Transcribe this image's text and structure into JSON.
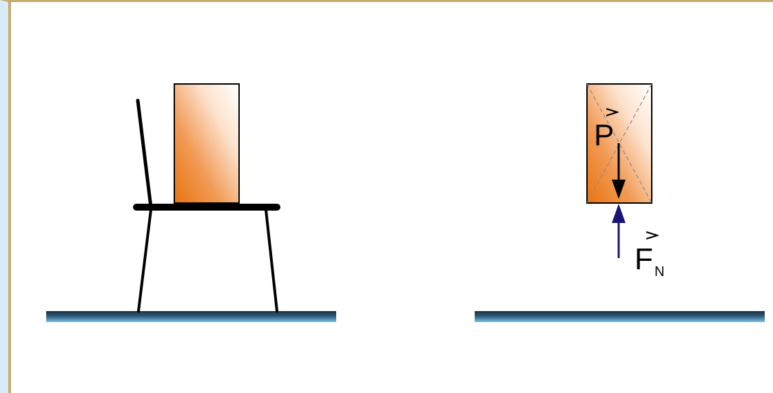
{
  "weight_vector": {
    "symbol": "P"
  },
  "normal_vector": {
    "symbol": "F",
    "subscript": "N"
  },
  "colors": {
    "frame_border": "#c9ab6d",
    "frame_side": "#d7ebf8",
    "block_orange": "#e9740f",
    "ground_dark": "#1d2f3a",
    "ground_light": "#5fa8d8",
    "normal_arrow": "#1a1478",
    "weight_arrow": "#000000"
  }
}
